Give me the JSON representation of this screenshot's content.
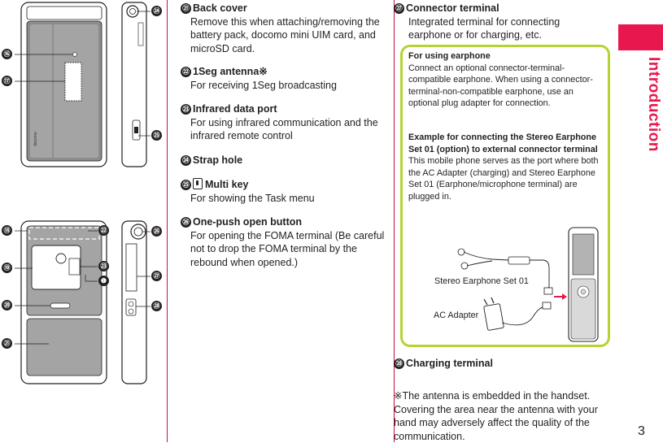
{
  "section_title": "Introduction",
  "page_number": "3",
  "callouts": {
    "c16": "⑯",
    "c17": "⑰",
    "c18": "⑱",
    "c19": "⑲",
    "c20": "⑳",
    "c21": "㉑",
    "c22": "㉒",
    "c23": "㉓",
    "c24": "㉔",
    "c25": "㉕",
    "c26": "㉖",
    "c26b": "㉖",
    "c27": "㉗",
    "c28": "㉘",
    "c1": "❶"
  },
  "entries": [
    {
      "num": "㉑",
      "title": "Back cover",
      "body": "Remove this when attaching/removing the battery pack, docomo mini UIM card, and microSD card."
    },
    {
      "num": "㉒",
      "title": "1Seg antenna※",
      "body": "For receiving 1Seg broadcasting"
    },
    {
      "num": "㉓",
      "title": "Infrared data port",
      "body": "For using infrared communication and the infrared remote control"
    },
    {
      "num": "㉔",
      "title": "Strap hole",
      "body": ""
    },
    {
      "num": "㉕",
      "title": "Multi key",
      "body": "For showing the Task menu"
    },
    {
      "num": "㉖",
      "title": "One-push open button",
      "body": "For opening the FOMA terminal (Be careful not to drop the FOMA terminal by the rebound when opened.)"
    }
  ],
  "connector": {
    "num": "㉗",
    "title": "Connector terminal",
    "body": "Integrated terminal for connecting earphone or for charging, etc."
  },
  "earphone_box": {
    "heading1": "For using earphone",
    "text1": "Connect an optional connector-terminal-compatible earphone. When using a connector-terminal-non-compatible earphone, use an optional plug adapter for connection.",
    "heading2": "Example for connecting the Stereo Earphone Set 01 (option) to external connector terminal",
    "text2": "This mobile phone serves as the port where both the AC Adapter (charging) and Stereo Earphone Set 01 (Earphone/microphone terminal) are plugged in.",
    "label_earphone": "Stereo Earphone Set 01",
    "label_adapter": "AC Adapter"
  },
  "charging": {
    "num": "㉘",
    "title": "Charging terminal"
  },
  "note": "※The antenna is embedded in the handset. Covering the area near the antenna with your hand may adversely affect the quality of the communication."
}
